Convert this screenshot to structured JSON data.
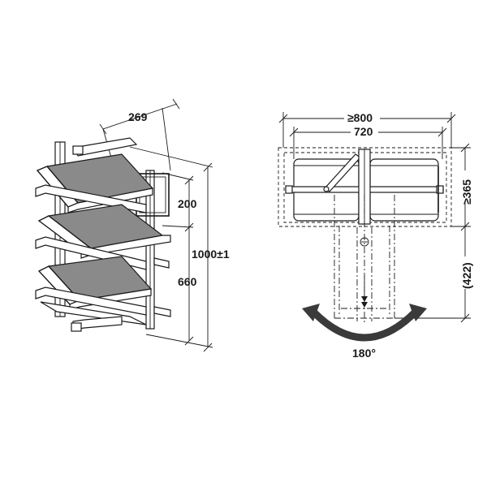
{
  "left_view": {
    "dim_depth": "269",
    "dim_top_spacing": "200",
    "dim_lower_height": "660",
    "dim_total_height": "1000±1"
  },
  "right_view": {
    "dim_outer_width": "≥800",
    "dim_inner_width": "720",
    "dim_cabinet_depth": "≥365",
    "dim_swing_depth": "(422)",
    "rotation_angle": "180°"
  },
  "colors": {
    "line": "#1a1a1a",
    "shelf_top": "#8a8a8a",
    "arrow": "#3a3a3a"
  }
}
